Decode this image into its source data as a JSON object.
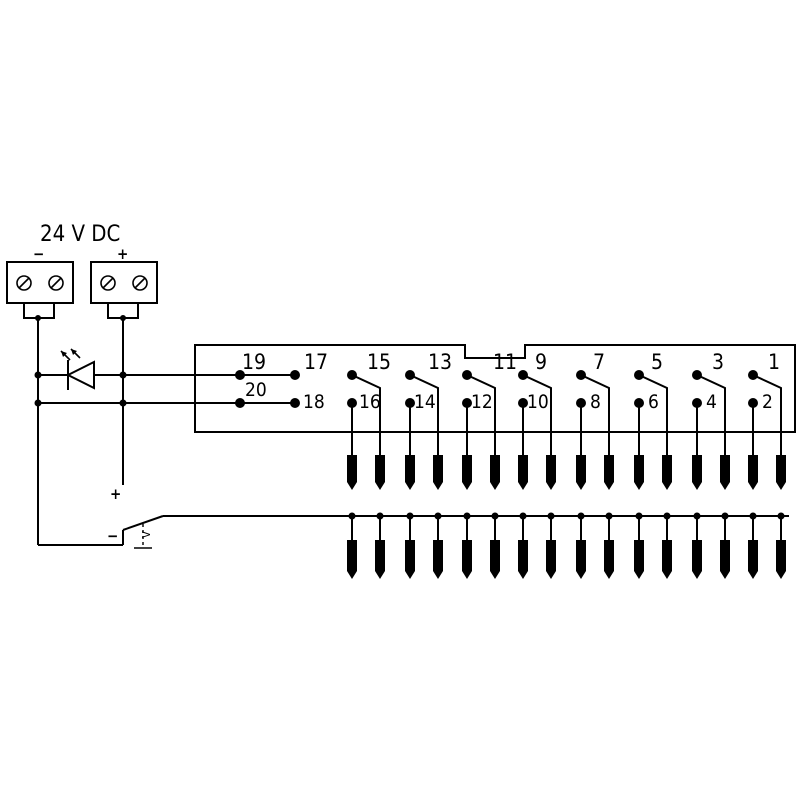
{
  "supply": {
    "title": "24 V DC",
    "minus_sign": "−",
    "plus_sign": "+"
  },
  "sensor": {
    "plus_label": "+",
    "minus_label": "−",
    "v_label": "V"
  },
  "terminals": {
    "odd": [
      "1",
      "3",
      "5",
      "7",
      "9",
      "11",
      "13",
      "15",
      "17",
      "19"
    ],
    "even": [
      "2",
      "4",
      "6",
      "8",
      "10",
      "12",
      "14",
      "16",
      "18",
      "20"
    ]
  }
}
